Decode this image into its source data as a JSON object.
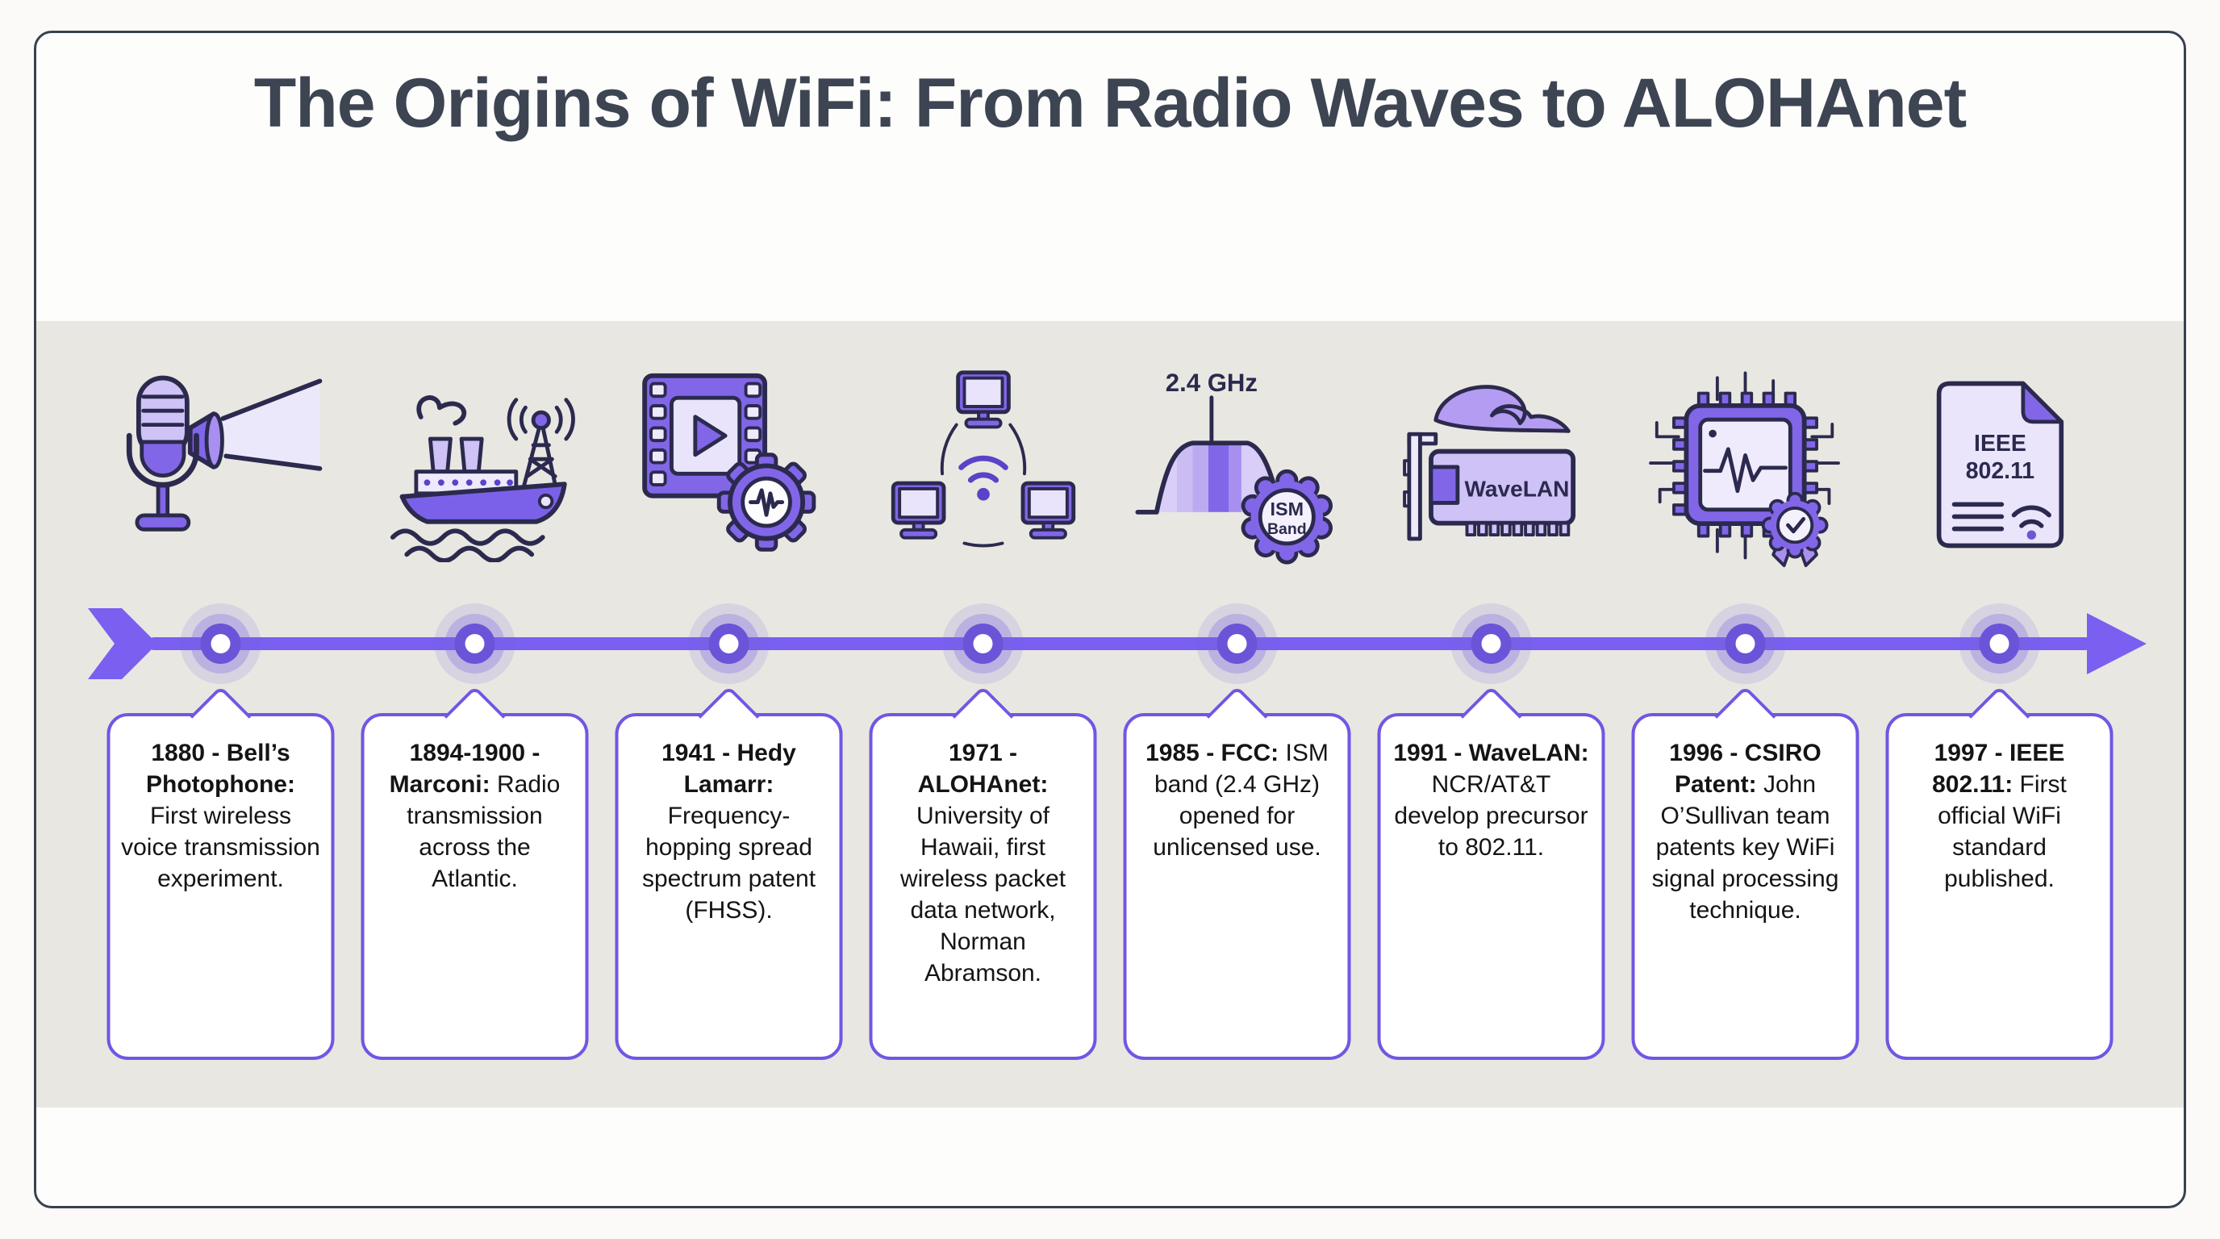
{
  "title": "The Origins of WiFi: From Radio Waves to ALOHAnet",
  "colors": {
    "accent_purple": "#7a5ff0",
    "node_ring": "#6b54d8",
    "card_border": "#7156e4",
    "icon_purple": "#8266e8",
    "icon_lavender": "#cfc2f6",
    "icon_pale": "#eae5fa",
    "outline_navy": "#2b2a4e",
    "band_background": "#e9e7e1",
    "title_color": "#3d4452",
    "body_text": "#141414"
  },
  "timeline": {
    "direction": "left-to-right",
    "events": [
      {
        "icon": "photophone-microphone",
        "heading": "1880 - Bell’s Photophone:",
        "body": "First wireless voice transmission experiment."
      },
      {
        "icon": "marconi-ship-radio-tower",
        "heading": "1894-1900 - Marconi:",
        "body": "Radio transmission across the Atlantic."
      },
      {
        "icon": "film-strip-gear-waveform",
        "heading": "1941 - Hedy Lamarr:",
        "body": "Frequency-hopping spread spectrum patent (FHSS)."
      },
      {
        "icon": "computer-network-wifi",
        "heading": "1971 - ALOHAnet:",
        "body": "University of Hawaii, first wireless packet data network, Norman Abramson."
      },
      {
        "icon": "spectrum-band-seal",
        "heading": "1985 - FCC:",
        "body": "ISM band (2.4 GHz) opened for unlicensed use.",
        "icon_text": {
          "label": "2.4 GHz",
          "badge_top": "ISM",
          "badge_bottom": "Band"
        }
      },
      {
        "icon": "network-card-wave",
        "heading": "1991 - WaveLAN:",
        "body": "NCR/AT&T develop precursor to 802.11.",
        "icon_text": {
          "card_label": "WaveLAN"
        }
      },
      {
        "icon": "chip-award-badge",
        "heading": "1996 - CSIRO Patent:",
        "body": "John O’Sullivan team patents key WiFi signal processing technique."
      },
      {
        "icon": "document-standard-wifi",
        "heading": "1997 - IEEE 802.11:",
        "body": "First official WiFi standard published.",
        "icon_text": {
          "line1": "IEEE",
          "line2": "802.11"
        }
      }
    ]
  }
}
